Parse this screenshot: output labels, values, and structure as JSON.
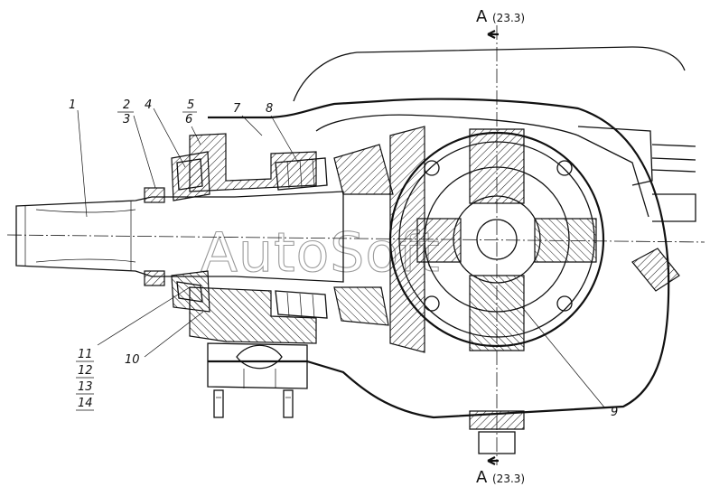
{
  "section": {
    "top_letter": "A",
    "top_ref": "(23.3)",
    "bottom_letter": "A",
    "bottom_ref": "(23.3)"
  },
  "callouts": [
    {
      "id": "c1",
      "text": "1"
    },
    {
      "id": "c2",
      "text": "2"
    },
    {
      "id": "c3",
      "text": "3"
    },
    {
      "id": "c4",
      "text": "4"
    },
    {
      "id": "c5",
      "text": "5"
    },
    {
      "id": "c6",
      "text": "6"
    },
    {
      "id": "c7",
      "text": "7"
    },
    {
      "id": "c8",
      "text": "8"
    },
    {
      "id": "c9",
      "text": "9"
    },
    {
      "id": "c10",
      "text": "10"
    },
    {
      "id": "c11",
      "text": "11"
    },
    {
      "id": "c12",
      "text": "12"
    },
    {
      "id": "c13",
      "text": "13"
    },
    {
      "id": "c14",
      "text": "14"
    }
  ],
  "watermark": "AutoSoft"
}
